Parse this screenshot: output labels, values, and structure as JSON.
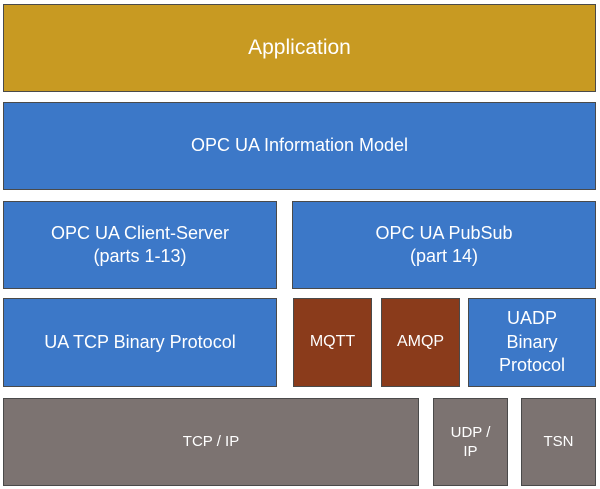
{
  "layers": {
    "application": "Application",
    "information_model": "OPC UA Information Model",
    "client_server": "OPC UA Client-Server\n(parts 1-13)",
    "pubsub": "OPC UA PubSub\n(part 14)",
    "ua_tcp": "UA TCP Binary Protocol",
    "mqtt": "MQTT",
    "amqp": "AMQP",
    "uadp": "UADP\nBinary\nProtocol",
    "tcp_ip": "TCP / IP",
    "udp_ip": "UDP /\nIP",
    "tsn": "TSN"
  },
  "colors": {
    "application": "#c89a22",
    "opc_blue": "#3c78c8",
    "transport_rust": "#8a3b1b",
    "network_gray": "#7c7371"
  }
}
